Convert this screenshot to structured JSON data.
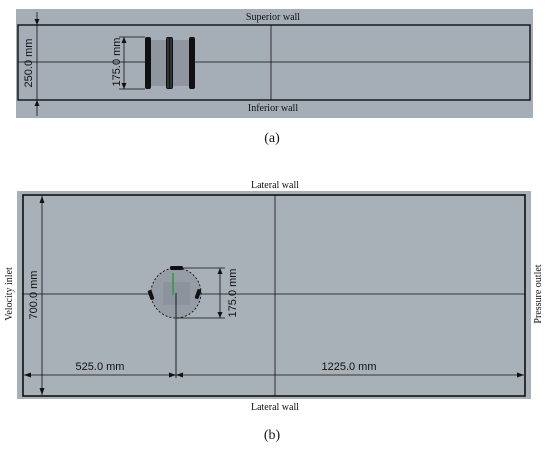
{
  "colors": {
    "panel_fill": "#a5adb6",
    "panel_fill_b": "#a8b0b8",
    "line": "#111111",
    "highlight": "#2e9e3c",
    "page": "#ffffff"
  },
  "panel_a": {
    "caption": "(a)",
    "top_label": "Superior wall",
    "bottom_label": "Inferior wall",
    "height_dim": "250.0 mm",
    "object_dim": "175.0 mm"
  },
  "panel_b": {
    "caption": "(b)",
    "top_label": "Lateral wall",
    "bottom_label": "Lateral wall",
    "left_label": "Velocity inlet",
    "right_label": "Pressure outlet",
    "height_dim": "700.0 mm",
    "object_dim": "175.0 mm",
    "upstream_dim": "525.0 mm",
    "downstream_dim": "1225.0 mm"
  }
}
